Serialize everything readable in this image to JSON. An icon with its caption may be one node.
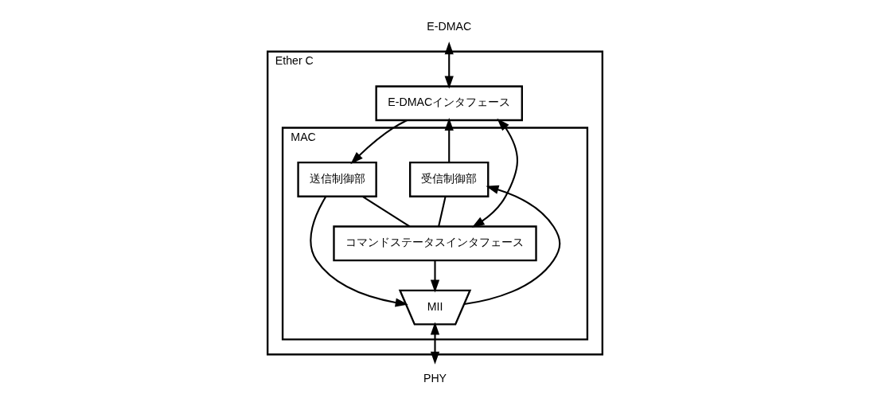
{
  "diagram": {
    "nodes": [
      {
        "text": [
          "E-DMAC"
        ]
      },
      {
        "text": [
          "Ether C"
        ]
      },
      {
        "text": [
          "E-DMACインタフェース"
        ],
        "in": 1
      },
      {
        "text": [
          "MAC"
        ],
        "in": 1
      },
      {
        "text": [
          "受信制御部"
        ],
        "in": 3
      },
      {
        "text": [
          "送信制御部"
        ],
        "in": 3
      },
      {
        "text": [
          "コマンドステータスインタフェース"
        ],
        "in": 3
      },
      {
        "text": [
          "MII"
        ],
        "in": 3
      },
      {
        "text": [
          "PHY"
        ]
      }
    ],
    "edges": [
      {
        "from": 0,
        "to": 2,
        "arrow": "both"
      },
      {
        "from": 2,
        "to": 6,
        "arrow": "both"
      },
      {
        "from": 4,
        "to": 2,
        "arrow": "to"
      },
      {
        "from": 2,
        "to": 5,
        "arrow": "to"
      },
      {
        "from": 6,
        "to": 4,
        "arrow": "none"
      },
      {
        "from": 6,
        "to": 5,
        "arrow": "none"
      },
      {
        "from": 7,
        "to": 4,
        "arrow": "to"
      },
      {
        "from": 5,
        "to": 7,
        "arrow": "to"
      },
      {
        "from": 6,
        "to": 7,
        "arrow": "to"
      },
      {
        "from": 8,
        "to": 7,
        "arrow": "both"
      }
    ]
  }
}
